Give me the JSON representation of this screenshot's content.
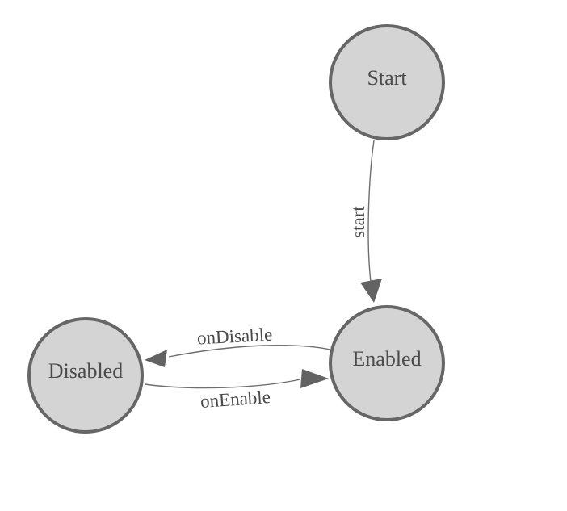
{
  "diagram": {
    "type": "state-machine",
    "background": "#ffffff",
    "colors": {
      "node_fill": "#d4d4d4",
      "node_stroke": "#666666",
      "edge_stroke": "#6e6e6e",
      "arrow_fill": "#636363",
      "text": "#4a4a4a"
    },
    "nodes": [
      {
        "id": "start",
        "label": "Start"
      },
      {
        "id": "enabled",
        "label": "Enabled"
      },
      {
        "id": "disabled",
        "label": "Disabled"
      }
    ],
    "edges": [
      {
        "id": "start-to-enabled",
        "label": "start",
        "from": "Start",
        "to": "Enabled"
      },
      {
        "id": "enabled-to-disabled",
        "label": "onDisable",
        "from": "Enabled",
        "to": "Disabled"
      },
      {
        "id": "disabled-to-enabled",
        "label": "onEnable",
        "from": "Disabled",
        "to": "Enabled"
      }
    ]
  }
}
